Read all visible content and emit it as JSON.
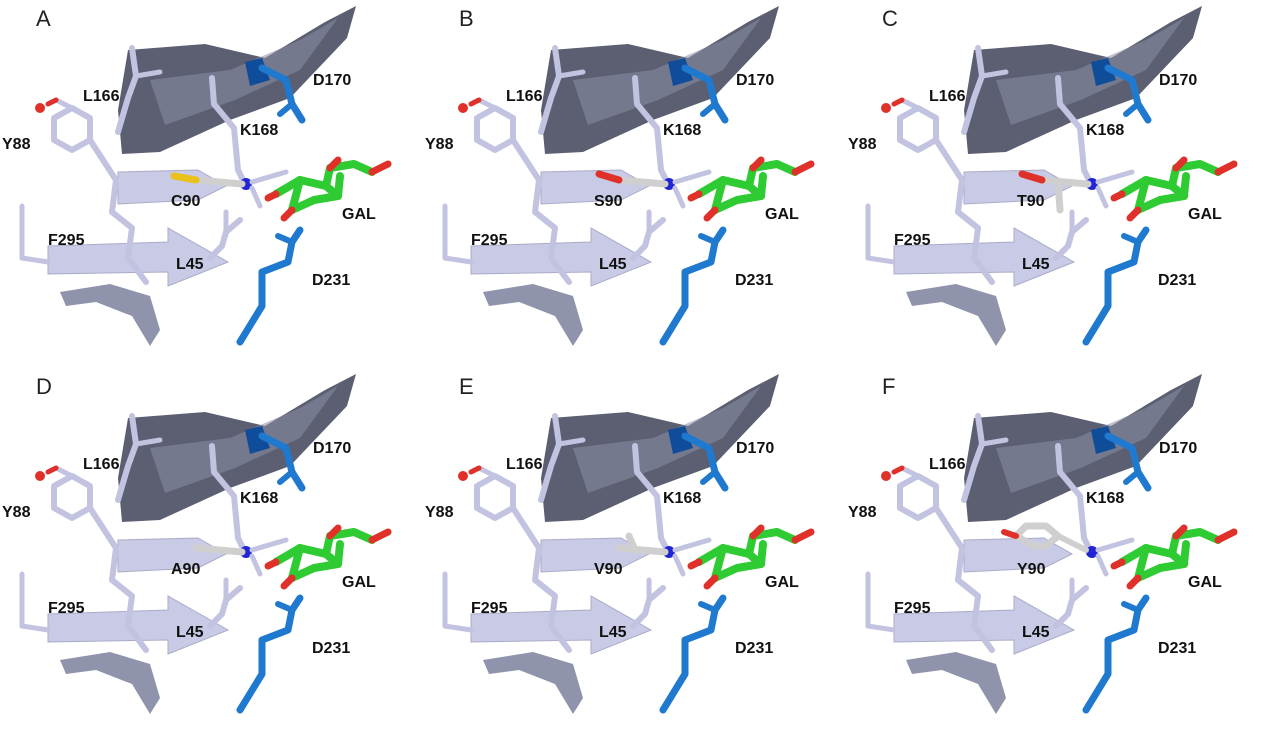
{
  "colors": {
    "protein_dark": "#5c5f72",
    "protein_mid": "#8a8ea6",
    "protein_light": "#c9cbe6",
    "sidechain": "#c2c3e0",
    "acidic": "#1f79cf",
    "carbon_green": "#2fcb32",
    "oxygen": "#e0302a",
    "nitrogen": "#2323d6",
    "sulfur": "#e8c21a",
    "mutant_carbon": "#cfcfcf"
  },
  "panels": [
    {
      "letter": "A",
      "mutant": "C90",
      "mutant_atom": "sulfur",
      "labels": {
        "L166": "L166",
        "D170": "D170",
        "Y88": "Y88",
        "K168": "K168",
        "GAL": "GAL",
        "F295": "F295",
        "L45": "L45",
        "D231": "D231"
      }
    },
    {
      "letter": "B",
      "mutant": "S90",
      "mutant_atom": "oxygen",
      "labels": {
        "L166": "L166",
        "D170": "D170",
        "Y88": "Y88",
        "K168": "K168",
        "GAL": "GAL",
        "F295": "F295",
        "L45": "L45",
        "D231": "D231"
      }
    },
    {
      "letter": "C",
      "mutant": "T90",
      "mutant_atom": "oxygen",
      "labels": {
        "L166": "L166",
        "D170": "D170",
        "Y88": "Y88",
        "K168": "K168",
        "GAL": "GAL",
        "F295": "F295",
        "L45": "L45",
        "D231": "D231"
      }
    },
    {
      "letter": "D",
      "mutant": "A90",
      "mutant_atom": "none",
      "labels": {
        "L166": "L166",
        "D170": "D170",
        "Y88": "Y88",
        "K168": "K168",
        "GAL": "GAL",
        "F295": "F295",
        "L45": "L45",
        "D231": "D231"
      }
    },
    {
      "letter": "E",
      "mutant": "V90",
      "mutant_atom": "none",
      "labels": {
        "L166": "L166",
        "D170": "D170",
        "Y88": "Y88",
        "K168": "K168",
        "GAL": "GAL",
        "F295": "F295",
        "L45": "L45",
        "D231": "D231"
      }
    },
    {
      "letter": "F",
      "mutant": "Y90",
      "mutant_atom": "ring",
      "labels": {
        "L166": "L166",
        "D170": "D170",
        "Y88": "Y88",
        "K168": "K168",
        "GAL": "GAL",
        "F295": "F295",
        "L45": "L45",
        "D231": "D231"
      }
    }
  ]
}
